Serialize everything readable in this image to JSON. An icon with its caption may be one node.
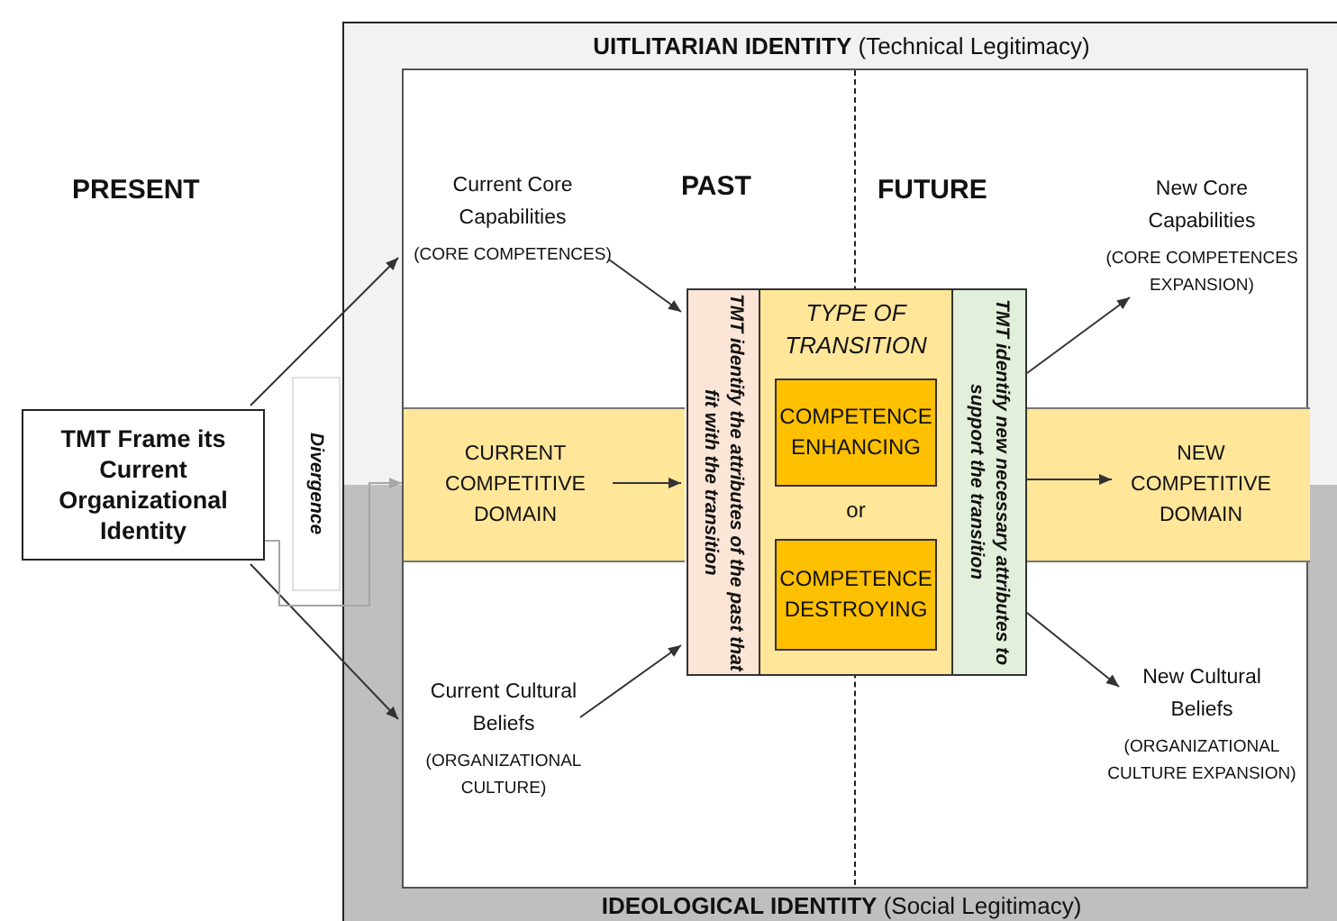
{
  "diagram": {
    "nodes": [
      {
        "text": [
          "**UITLITARIAN IDENTITY** (Technical Legitimacy)",
          "**IDEOLOGICAL IDENTITY** (Social Legitimacy)"
        ]
      },
      {
        "text": [],
        "shape": "box",
        "in": 0
      },
      {
        "text": [
          "TMT Frame its Current Organizational Identity"
        ]
      },
      {
        "text": [
          "Divergence"
        ]
      },
      {
        "text": [
          "Current Core Capabilities",
          "(CORE COMPETENCES)"
        ],
        "in": 1
      },
      {
        "text": [
          "CURRENT COMPETITIVE DOMAIN"
        ],
        "in": 1
      },
      {
        "text": [
          "Current Cultural Beliefs",
          "(ORGANIZATIONAL CULTURE)"
        ],
        "in": 1
      },
      {
        "text": [
          "TMT identify the attributes of the past that fit with the transition"
        ],
        "in": 1
      },
      {
        "text": [
          "TYPE OF TRANSITION",
          "or"
        ],
        "in": 1
      },
      {
        "text": [
          "COMPETENCE ENHANCING"
        ],
        "in": 8
      },
      {
        "text": [
          "COMPETENCE DESTROYING"
        ],
        "in": 8
      },
      {
        "text": [
          "TMT identify new necessary attributes to support the transition"
        ],
        "in": 1
      },
      {
        "text": [
          "New Core Capabilities",
          "(CORE COMPETENCES EXPANSION)"
        ],
        "in": 1
      },
      {
        "text": [
          "NEW COMPETITIVE DOMAIN"
        ],
        "in": 1
      },
      {
        "text": [
          "New Cultural Beliefs",
          "(ORGANIZATIONAL CULTURE EXPANSION)"
        ],
        "in": 1
      }
    ],
    "edges": [
      {
        "from": 2,
        "to": 4,
        "arrow": "to"
      },
      {
        "from": 2,
        "to": 6,
        "arrow": "to"
      },
      {
        "from": 2,
        "to": 5,
        "arrow": "to",
        "color": "#a6a6a6"
      },
      {
        "from": 4,
        "to": 7,
        "arrow": "to"
      },
      {
        "from": 5,
        "to": 7,
        "arrow": "to"
      },
      {
        "from": 6,
        "to": 7,
        "arrow": "to"
      },
      {
        "from": 11,
        "to": 12,
        "arrow": "to"
      },
      {
        "from": 11,
        "to": 13,
        "arrow": "to"
      },
      {
        "from": 11,
        "to": 14,
        "arrow": "to"
      }
    ],
    "labels": [
      "PRESENT",
      "PAST",
      "FUTURE"
    ]
  }
}
